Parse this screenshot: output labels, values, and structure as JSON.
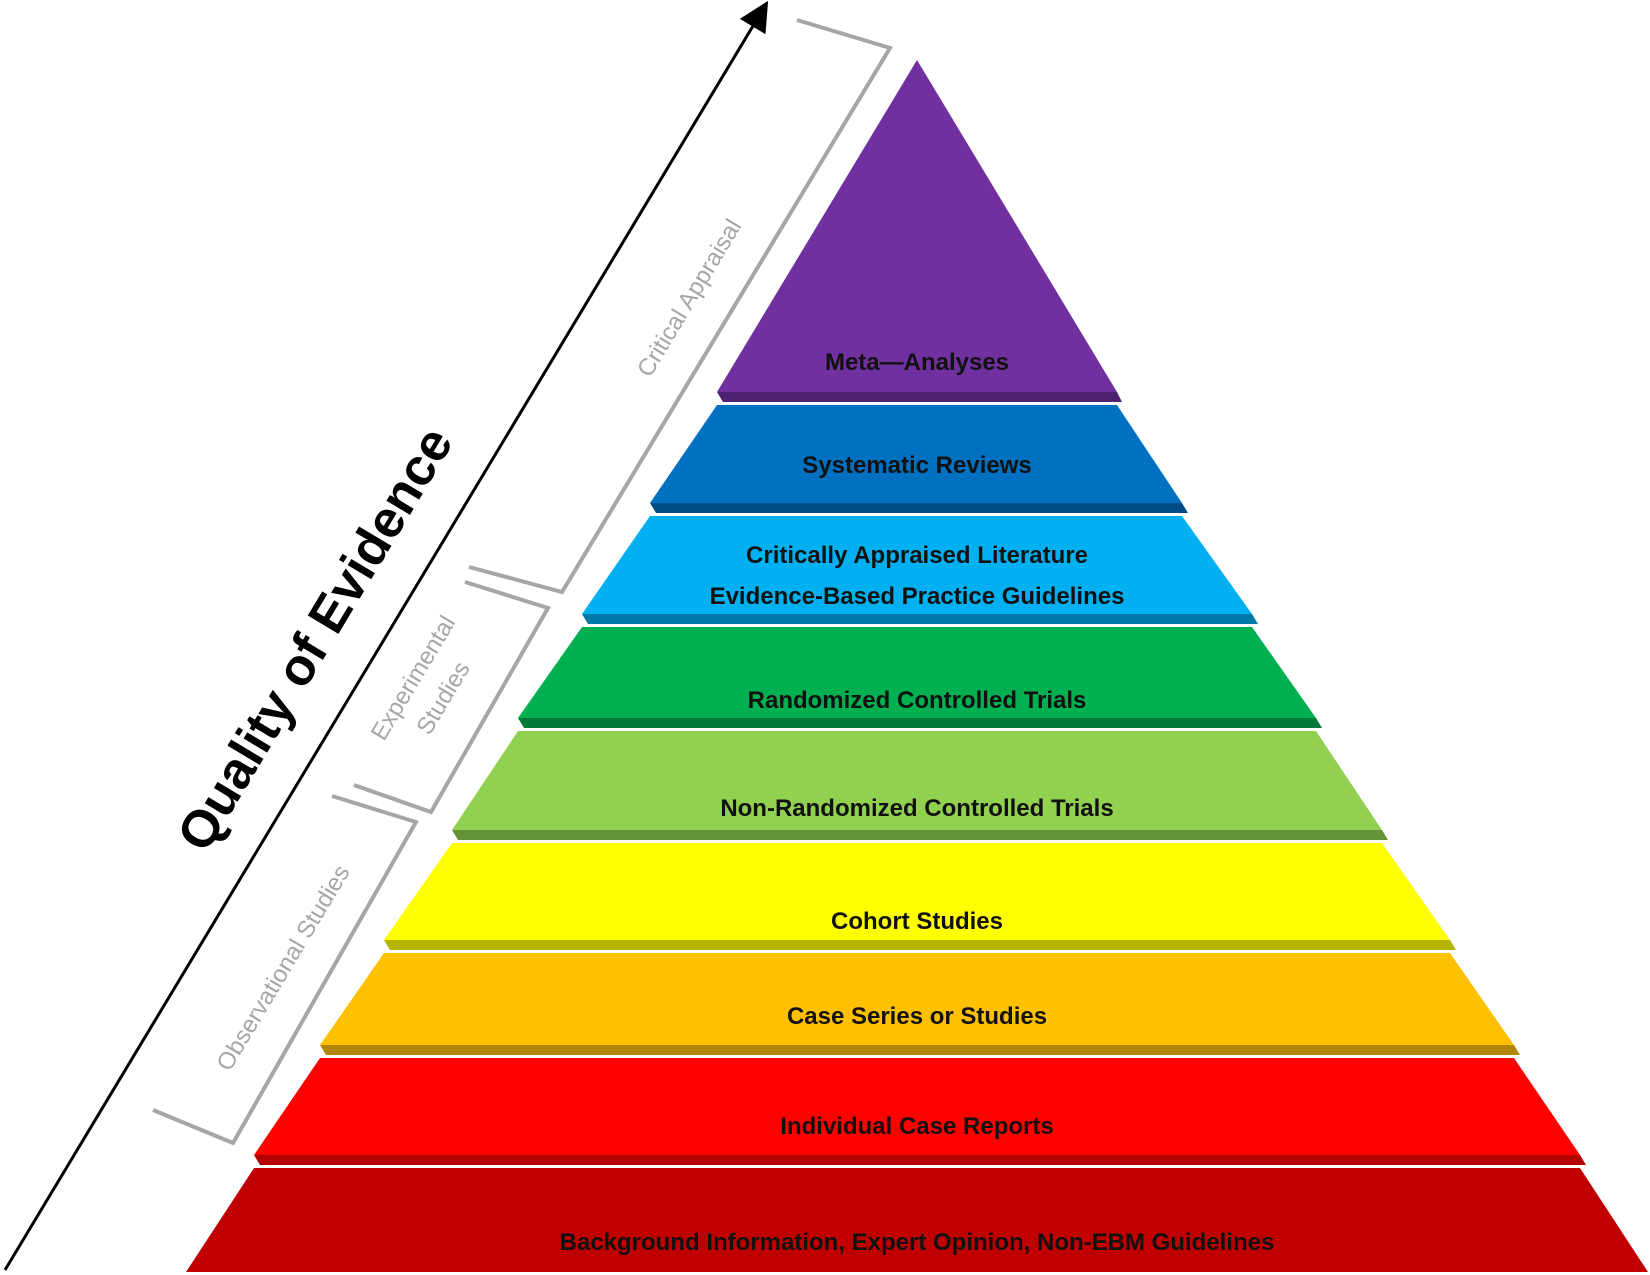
{
  "axis": {
    "label": "Quality of Evidence",
    "arrow_color": "#000000"
  },
  "groups": [
    {
      "id": "critical-appraisal",
      "label": "Critical Appraisal",
      "color": "#a6a6a6"
    },
    {
      "id": "experimental-studies",
      "label_lines": [
        "Experimental",
        "Studies"
      ],
      "color": "#a6a6a6"
    },
    {
      "id": "observational-studies",
      "label": "Observational Studies",
      "color": "#a6a6a6"
    }
  ],
  "levels": [
    {
      "id": "meta-analyses",
      "lines": [
        "Meta—Analyses"
      ],
      "color": "#7030a0",
      "edge": "#4e2170"
    },
    {
      "id": "systematic-reviews",
      "lines": [
        "Systematic Reviews"
      ],
      "color": "#0070c0",
      "edge": "#004d85"
    },
    {
      "id": "critically-appraised-literature",
      "lines": [
        "Critically Appraised Literature",
        "Evidence-Based Practice Guidelines"
      ],
      "color": "#00b0f0",
      "edge": "#0079a8"
    },
    {
      "id": "randomized-controlled-trials",
      "lines": [
        "Randomized Controlled Trials"
      ],
      "color": "#00b050",
      "edge": "#007a37"
    },
    {
      "id": "non-randomized-controlled-trials",
      "lines": [
        "Non-Randomized Controlled Trials"
      ],
      "color": "#92d050",
      "edge": "#659137"
    },
    {
      "id": "cohort-studies",
      "lines": [
        "Cohort Studies"
      ],
      "color": "#ffff00",
      "edge": "#b3b300"
    },
    {
      "id": "case-series-or-studies",
      "lines": [
        "Case Series or Studies"
      ],
      "color": "#ffc000",
      "edge": "#b38600"
    },
    {
      "id": "individual-case-reports",
      "lines": [
        "Individual Case Reports"
      ],
      "color": "#ff0000",
      "edge": "#b30000"
    },
    {
      "id": "background-information",
      "lines": [
        "Background Information, Expert Opinion, Non-EBM Guidelines"
      ],
      "color": "#c00000",
      "edge": "#860000"
    }
  ]
}
